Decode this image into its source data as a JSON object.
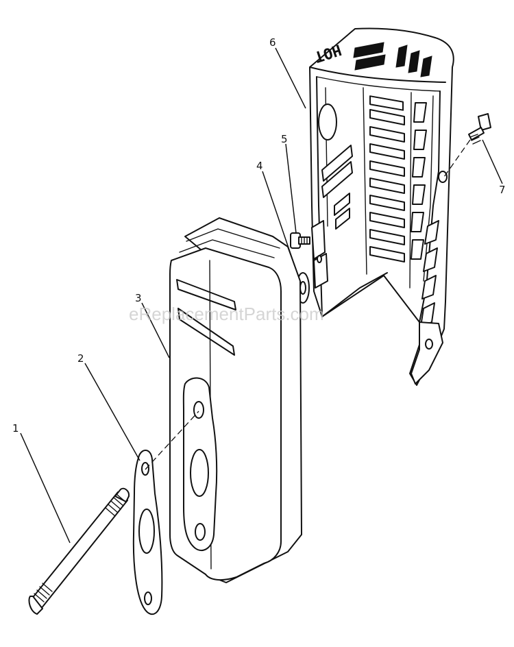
{
  "watermark": "eReplacementParts.com",
  "stamp_text": "HOT",
  "callouts": [
    {
      "number": "1",
      "part": "exhaust-pipe"
    },
    {
      "number": "2",
      "part": "gasket"
    },
    {
      "number": "3",
      "part": "muffler"
    },
    {
      "number": "4",
      "part": "spacer"
    },
    {
      "number": "5",
      "part": "screw"
    },
    {
      "number": "6",
      "part": "muffler-guard"
    },
    {
      "number": "7",
      "part": "screw"
    }
  ]
}
